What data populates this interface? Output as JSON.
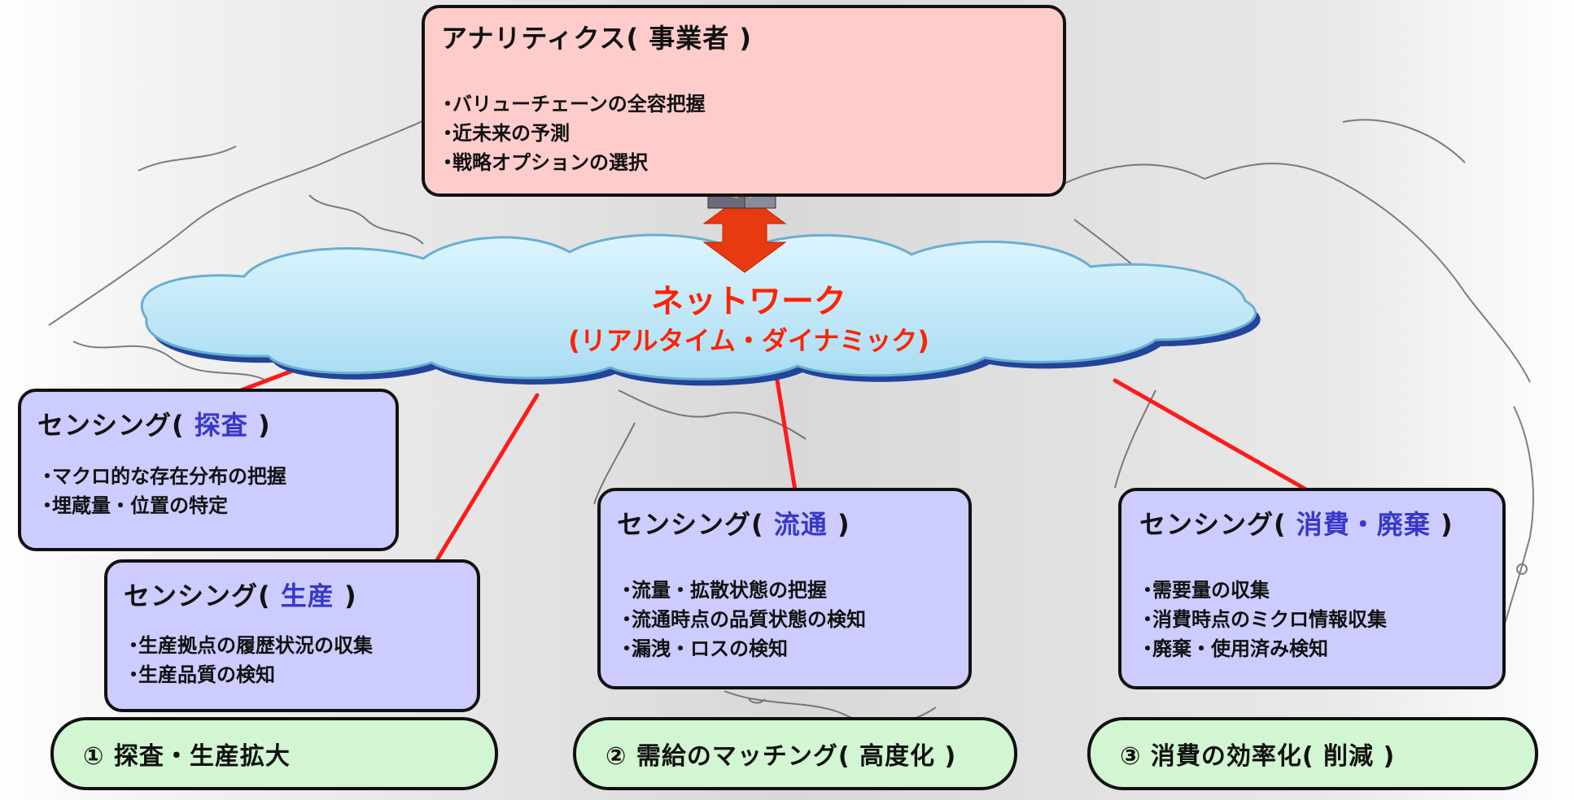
{
  "analytics": {
    "title": "アナリティクス( 事業者 )",
    "items": [
      "バリューチェーンの全容把握",
      "近未来の予測",
      "戦略オプションの選択"
    ]
  },
  "network": {
    "title": "ネットワーク",
    "subtitle": "(リアルタイム・ダイナミック)"
  },
  "sensing": [
    {
      "prefix": "センシング( ",
      "topic": "探査",
      "suffix": " )",
      "items": [
        "マクロ的な存在分布の把握",
        "埋蔵量・位置の特定"
      ]
    },
    {
      "prefix": "センシング( ",
      "topic": "生産",
      "suffix": " )",
      "items": [
        "生産拠点の履歴状況の収集",
        "生産品質の検知"
      ]
    },
    {
      "prefix": "センシング( ",
      "topic": "流通",
      "suffix": " )",
      "items": [
        "流量・拡散状態の把握",
        "流通時点の品質状態の検知",
        "漏洩・ロスの検知"
      ]
    },
    {
      "prefix": "センシング( ",
      "topic": "消費・廃棄",
      "suffix": " )",
      "items": [
        "需要量の収集",
        "消費時点のミクロ情報収集",
        "廃棄・使用済み検知"
      ]
    }
  ],
  "frameworks": [
    "① 探査・生産拡大",
    "② 需給のマッチング( 高度化 )",
    "③ 消費の効率化( 削減 )"
  ],
  "colors": {
    "title_accent": "#3838c8",
    "network_text": "#ff2200",
    "connector": "#ff1a1a",
    "arrow": "#e83a10",
    "sensing_fill": "#ccccff",
    "analytics_fill": "#ffcccc",
    "framework_fill": "#d2f5d2",
    "cloud_fill": "#bfeafa"
  }
}
